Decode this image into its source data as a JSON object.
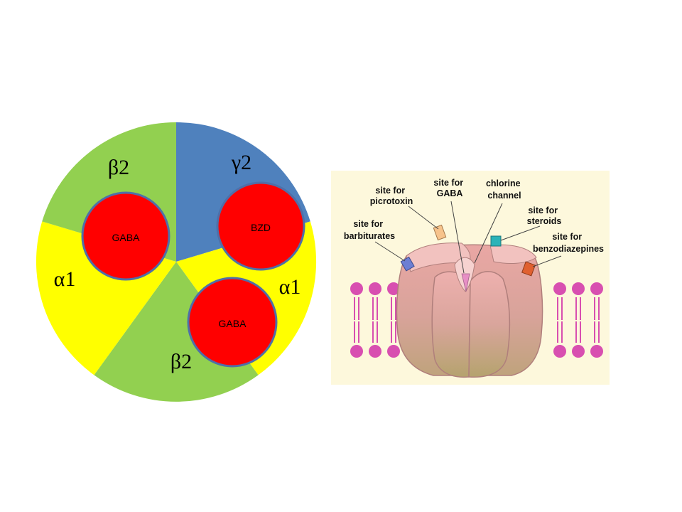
{
  "pie": {
    "segments": [
      {
        "id": "gamma2",
        "label": "γ2",
        "color": "#4f81bd"
      },
      {
        "id": "alpha1-right",
        "label": "α1",
        "color": "#ffff00"
      },
      {
        "id": "beta2-bottom",
        "label": "β2",
        "color": "#92d050"
      },
      {
        "id": "alpha1-left",
        "label": "α1",
        "color": "#ffff00"
      },
      {
        "id": "beta2-top",
        "label": "β2",
        "color": "#92d050"
      }
    ],
    "binding_sites": [
      {
        "id": "gaba-left",
        "label": "GABA"
      },
      {
        "id": "bzd",
        "label": "BZD"
      },
      {
        "id": "gaba-bottom",
        "label": "GABA"
      }
    ],
    "site_color": "#ff0000",
    "site_border": "#4f6fa8"
  },
  "receptor": {
    "callouts": {
      "picrotoxin": [
        "site for",
        "picrotoxin"
      ],
      "gaba": [
        "site for",
        "GABA"
      ],
      "chlorine": [
        "chlorine",
        "channel"
      ],
      "steroids": [
        "site for",
        "steroids"
      ],
      "barbiturates": [
        "site for",
        "barbiturates"
      ],
      "benzodiazepines": [
        "site for",
        "benzodiazepines"
      ]
    },
    "background": "#fdf8dc",
    "lipid_color": "#d84fb0"
  }
}
